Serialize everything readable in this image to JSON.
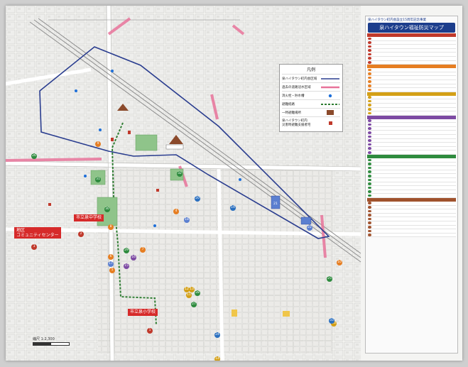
{
  "map": {
    "labels": {
      "jhs": "市立泉中学校",
      "community_line1": "地区",
      "community_line2": "コミュニティセンター",
      "elem": "市立泉小学校"
    },
    "facility_numbers": [
      "1",
      "2",
      "3",
      "4",
      "5",
      "6",
      "7",
      "8",
      "9",
      "10",
      "11",
      "12",
      "13",
      "14",
      "15",
      "16",
      "17",
      "18",
      "19",
      "20",
      "21",
      "22",
      "23",
      "24",
      "25",
      "26",
      "27",
      "28",
      "29",
      "30",
      "31",
      "32",
      "33"
    ],
    "scale_text": "縮尺 1:2,300"
  },
  "legend": {
    "title": "凡例",
    "items": [
      {
        "label": "泉ハイタウン町内会区域"
      },
      {
        "label": "過去の道路冠水区域"
      },
      {
        "label": "消火栓・貯水槽"
      },
      {
        "label": "避難経路"
      },
      {
        "label": "一時避難場所"
      },
      {
        "label": "泉ハイタウン町内\n災害時避難支援者宅"
      }
    ]
  },
  "panel": {
    "subtitle": "泉ハイタウン町内会設立15周年記念事業",
    "title": "泉ハイタウン福祉防災マップ",
    "categories": [
      {
        "color": "#c0392b",
        "rows": 7
      },
      {
        "color": "#e67e22",
        "rows": 6
      },
      {
        "color": "#d4a017",
        "rows": 5
      },
      {
        "color": "#7d4aa3",
        "rows": 9
      },
      {
        "color": "#2e8b3e",
        "rows": 10
      },
      {
        "color": "#a0522d",
        "rows": 9
      }
    ]
  },
  "colors": {
    "boundary": "#2a3d8f",
    "flood": "#e8739a",
    "route": "#2e7d32",
    "hydrant": "#1e6fd9",
    "red_label": "#d62a2a"
  }
}
